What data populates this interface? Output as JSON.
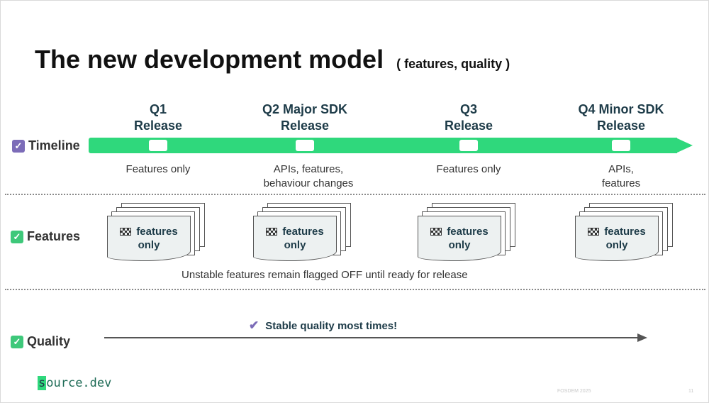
{
  "slide": {
    "title": "The new development model",
    "subtitle": "( features, quality )"
  },
  "rows": {
    "timeline": "Timeline",
    "features": "Features",
    "quality": "Quality"
  },
  "quarters": [
    {
      "line1": "Q1",
      "line2": "Release",
      "desc1": "Features only",
      "desc2": ""
    },
    {
      "line1": "Q2 Major SDK",
      "line2": "Release",
      "desc1": "APIs, features,",
      "desc2": "behaviour changes"
    },
    {
      "line1": "Q3",
      "line2": "Release",
      "desc1": "Features only",
      "desc2": ""
    },
    {
      "line1": "Q4 Minor SDK",
      "line2": "Release",
      "desc1": "APIs,",
      "desc2": "features"
    }
  ],
  "feature_docs": [
    {
      "line1": "features",
      "line2": "only"
    },
    {
      "line1": "features",
      "line2": "only"
    },
    {
      "line1": "features",
      "line2": "only"
    },
    {
      "line1": "features",
      "line2": "only"
    }
  ],
  "features_note": "Unstable features remain flagged OFF until ready for release",
  "quality_note": "Stable quality most times!",
  "footer": {
    "logo_first": "s",
    "logo_rest": "ource.dev",
    "event": "FOSDEM 2025",
    "page": "11"
  },
  "icons": {
    "timeline_check": "check-square-icon",
    "features_check": "check-square-icon",
    "quality_check": "check-square-icon",
    "flag": "checkered-flag-icon",
    "quality_tick": "check-mark-icon"
  },
  "colors": {
    "accent_green": "#2fd87c",
    "check_purple": "#7c6cb8",
    "check_green": "#3ec87a",
    "heading_navy": "#1d3b48"
  }
}
